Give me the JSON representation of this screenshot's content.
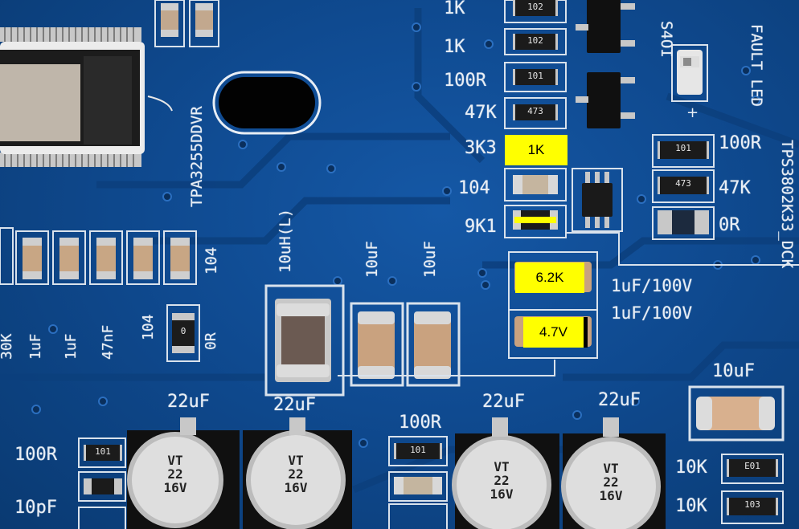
{
  "board": {
    "ic_label": "TPA3255DDVR",
    "regulator_label": "TPS3802K33_DCK",
    "led_label": "FAULT LED",
    "transistor_label": "S4OI",
    "right_labels": [
      "100R",
      "47K",
      "0R"
    ],
    "ladder_labels": [
      "1K",
      "1K",
      "100R",
      "47K",
      "3K3",
      "104",
      "9K1"
    ],
    "chip_codes": [
      "102",
      "102",
      "101",
      "473"
    ],
    "right_chip_codes": [
      "101",
      "473"
    ],
    "cap_row_labels": [
      "1uF/100V",
      "1uF/100V"
    ],
    "top_caps_labels": [
      "10uH(L)",
      "10uF",
      "10uF"
    ],
    "left_row_label": "104",
    "left_lower_labels": [
      "30K",
      "1uF",
      "1uF",
      "47nF",
      "104"
    ],
    "zero_ohm": "0",
    "zero_ohm_label": "0R",
    "electrolytic_labels": [
      "22uF",
      "22uF",
      "22uF",
      "22uF"
    ],
    "electrolytic_marking": [
      "VT",
      "22",
      "16V"
    ],
    "bottom_left_labels": [
      "100R",
      "10pF"
    ],
    "bottom_mid_label": "100R",
    "bottom_chip_code": "101",
    "right_bottom_labels": [
      "10uF",
      "10K",
      "10K"
    ],
    "right_bottom_codes": [
      "E01",
      "103"
    ]
  },
  "annotations": {
    "box1": "1K",
    "box3": "6.2K",
    "box4": "4.7V",
    "colors": {
      "highlight": "#ffff00",
      "pcb": "#0f4a90",
      "silkscreen": "#e8eef5"
    }
  }
}
